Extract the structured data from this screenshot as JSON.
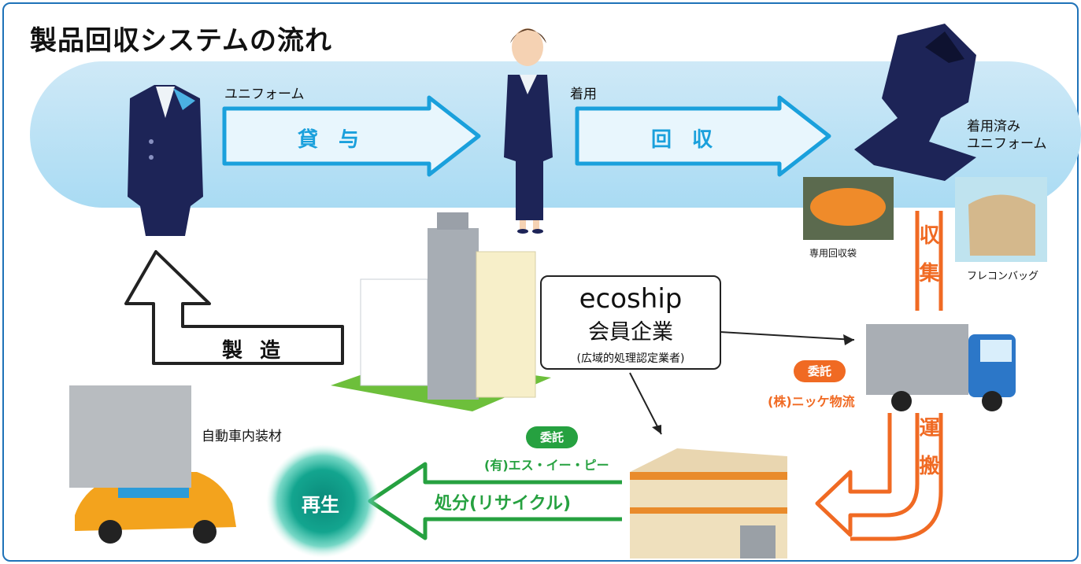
{
  "title": "製品回収システムの流れ",
  "labels": {
    "uniform": "ユニフォーム",
    "wearing": "着用",
    "used_uniform_line1": "着用済み",
    "used_uniform_line2": "ユニフォーム",
    "collection_bag": "専用回収袋",
    "flexible_bag": "フレコンバッグ",
    "auto_interior": "自動車内装材"
  },
  "arrows": {
    "lend": "貸与",
    "collect": "回収",
    "manufacture": "製造",
    "gather": "収集",
    "transport": "運搬",
    "dispose": "処分(リサイクル)"
  },
  "center_box": {
    "line1": "ecoship",
    "line2": "会員企業",
    "line3": "(広域的処理認定業者)"
  },
  "consign": {
    "badge": "委託",
    "logistics": "(株)ニッケ物流",
    "sep": "(有)エス・イー・ピー"
  },
  "recycle": "再生",
  "colors": {
    "band": "#bfe6f7",
    "blue_arrow": "#1aa0dc",
    "orange": "#f06a23",
    "green": "#26a140",
    "frame": "#1e72b8"
  }
}
